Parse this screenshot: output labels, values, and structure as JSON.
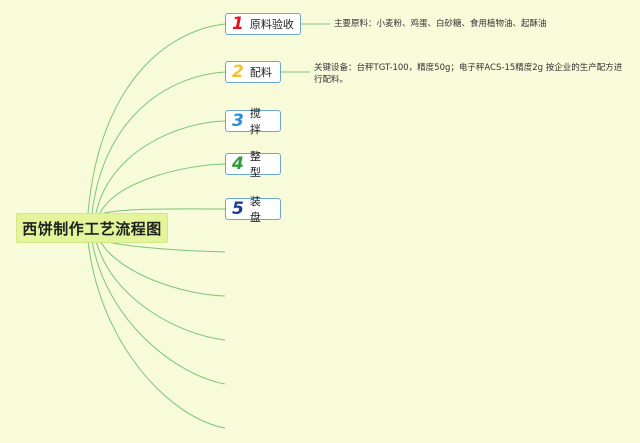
{
  "root": {
    "title": "西饼制作工艺流程图"
  },
  "steps": [
    {
      "number": "1",
      "label": "原料验收",
      "color": "#e0161f"
    },
    {
      "number": "2",
      "label": "配料",
      "color": "#f2c12e"
    },
    {
      "number": "3",
      "label": "搅 拌",
      "color": "#2a8fd8"
    },
    {
      "number": "4",
      "label": "整 型",
      "color": "#2f9a3a"
    },
    {
      "number": "5",
      "label": "装 盘",
      "color": "#1a3f8f"
    }
  ],
  "notes": {
    "step1": "主要原料：小麦粉、鸡蛋、白砂糖、食用植物油、起酥油",
    "step2_line1": "关键设备：台秤TGT-100，精度50g；电子秤ACS-15精度2g 按企业的生产配方进",
    "step2_line2": "行配料。"
  },
  "colors": {
    "background": "#f7fbda",
    "branch": "#7cc47a",
    "root_fill": "#e3f49a"
  }
}
